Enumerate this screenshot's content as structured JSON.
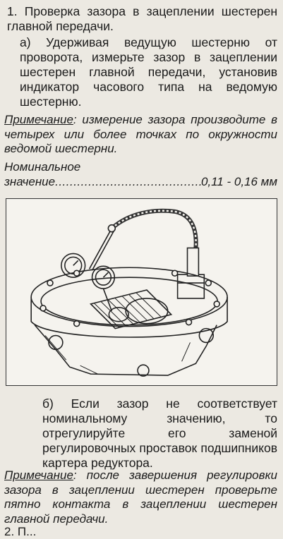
{
  "step1": {
    "heading": "1. Проверка зазора в зацеплении шестерен главной передачи.",
    "a": "а) Удерживая ведущую шестерню от проворота, измерьте зазор в зацеплении шестерен главной передачи, установив индикатор часового типа на ведомую шестерню."
  },
  "note1": {
    "label": "Примечание",
    "text": ": измерение зазора производите в четырех или более точках по окружности ведомой шестерни."
  },
  "nominal": {
    "label_line1": "Номинальное",
    "label_line2": "значение",
    "value": "0,11 - 0,16 мм"
  },
  "step_b": "б) Если зазор не соответствует номинальному значению, то отрегулируйте его заменой регулировочных проставок подшипников картера редуктора.",
  "note2": {
    "label": "Примечание",
    "text": ": после завершения регулировки зазора в зацеплении шестерен проверьте пятно контакта в зацеплении шестерен главной передачи."
  },
  "cut_line": "2. П..."
}
